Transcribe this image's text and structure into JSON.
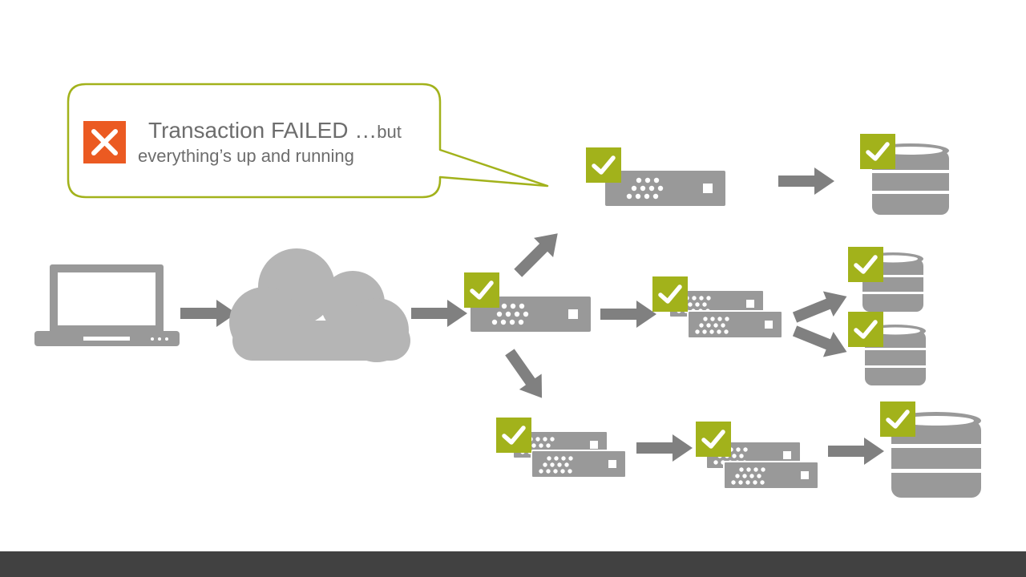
{
  "callout": {
    "status_icon": "x-mark-icon",
    "title": "Transaction FAILED …",
    "title_suffix": "but",
    "subtitle": "everything’s up and running"
  },
  "colors": {
    "accent_green": "#a2b21b",
    "error_orange": "#eb5a22",
    "node_gray": "#999999",
    "arrow_gray": "#7f7f7f",
    "cloud_gray": "#b5b5b5",
    "footer": "#414141"
  },
  "nodes": [
    {
      "id": "client-laptop",
      "icon": "laptop-icon"
    },
    {
      "id": "internet-cloud",
      "icon": "cloud-icon"
    },
    {
      "id": "gateway-server",
      "icon": "server-icon",
      "status": "ok"
    },
    {
      "id": "top-server",
      "icon": "server-icon",
      "status": "ok"
    },
    {
      "id": "top-database",
      "icon": "database-icon",
      "status": "ok"
    },
    {
      "id": "middle-server-cluster",
      "icon": "server-stack-icon",
      "status": "ok"
    },
    {
      "id": "middle-database-1",
      "icon": "database-icon",
      "status": "ok"
    },
    {
      "id": "middle-database-2",
      "icon": "database-icon",
      "status": "ok"
    },
    {
      "id": "bottom-server-cluster-1",
      "icon": "server-stack-icon",
      "status": "ok"
    },
    {
      "id": "bottom-server-cluster-2",
      "icon": "server-stack-icon",
      "status": "ok"
    },
    {
      "id": "bottom-database",
      "icon": "database-icon",
      "status": "ok"
    }
  ]
}
